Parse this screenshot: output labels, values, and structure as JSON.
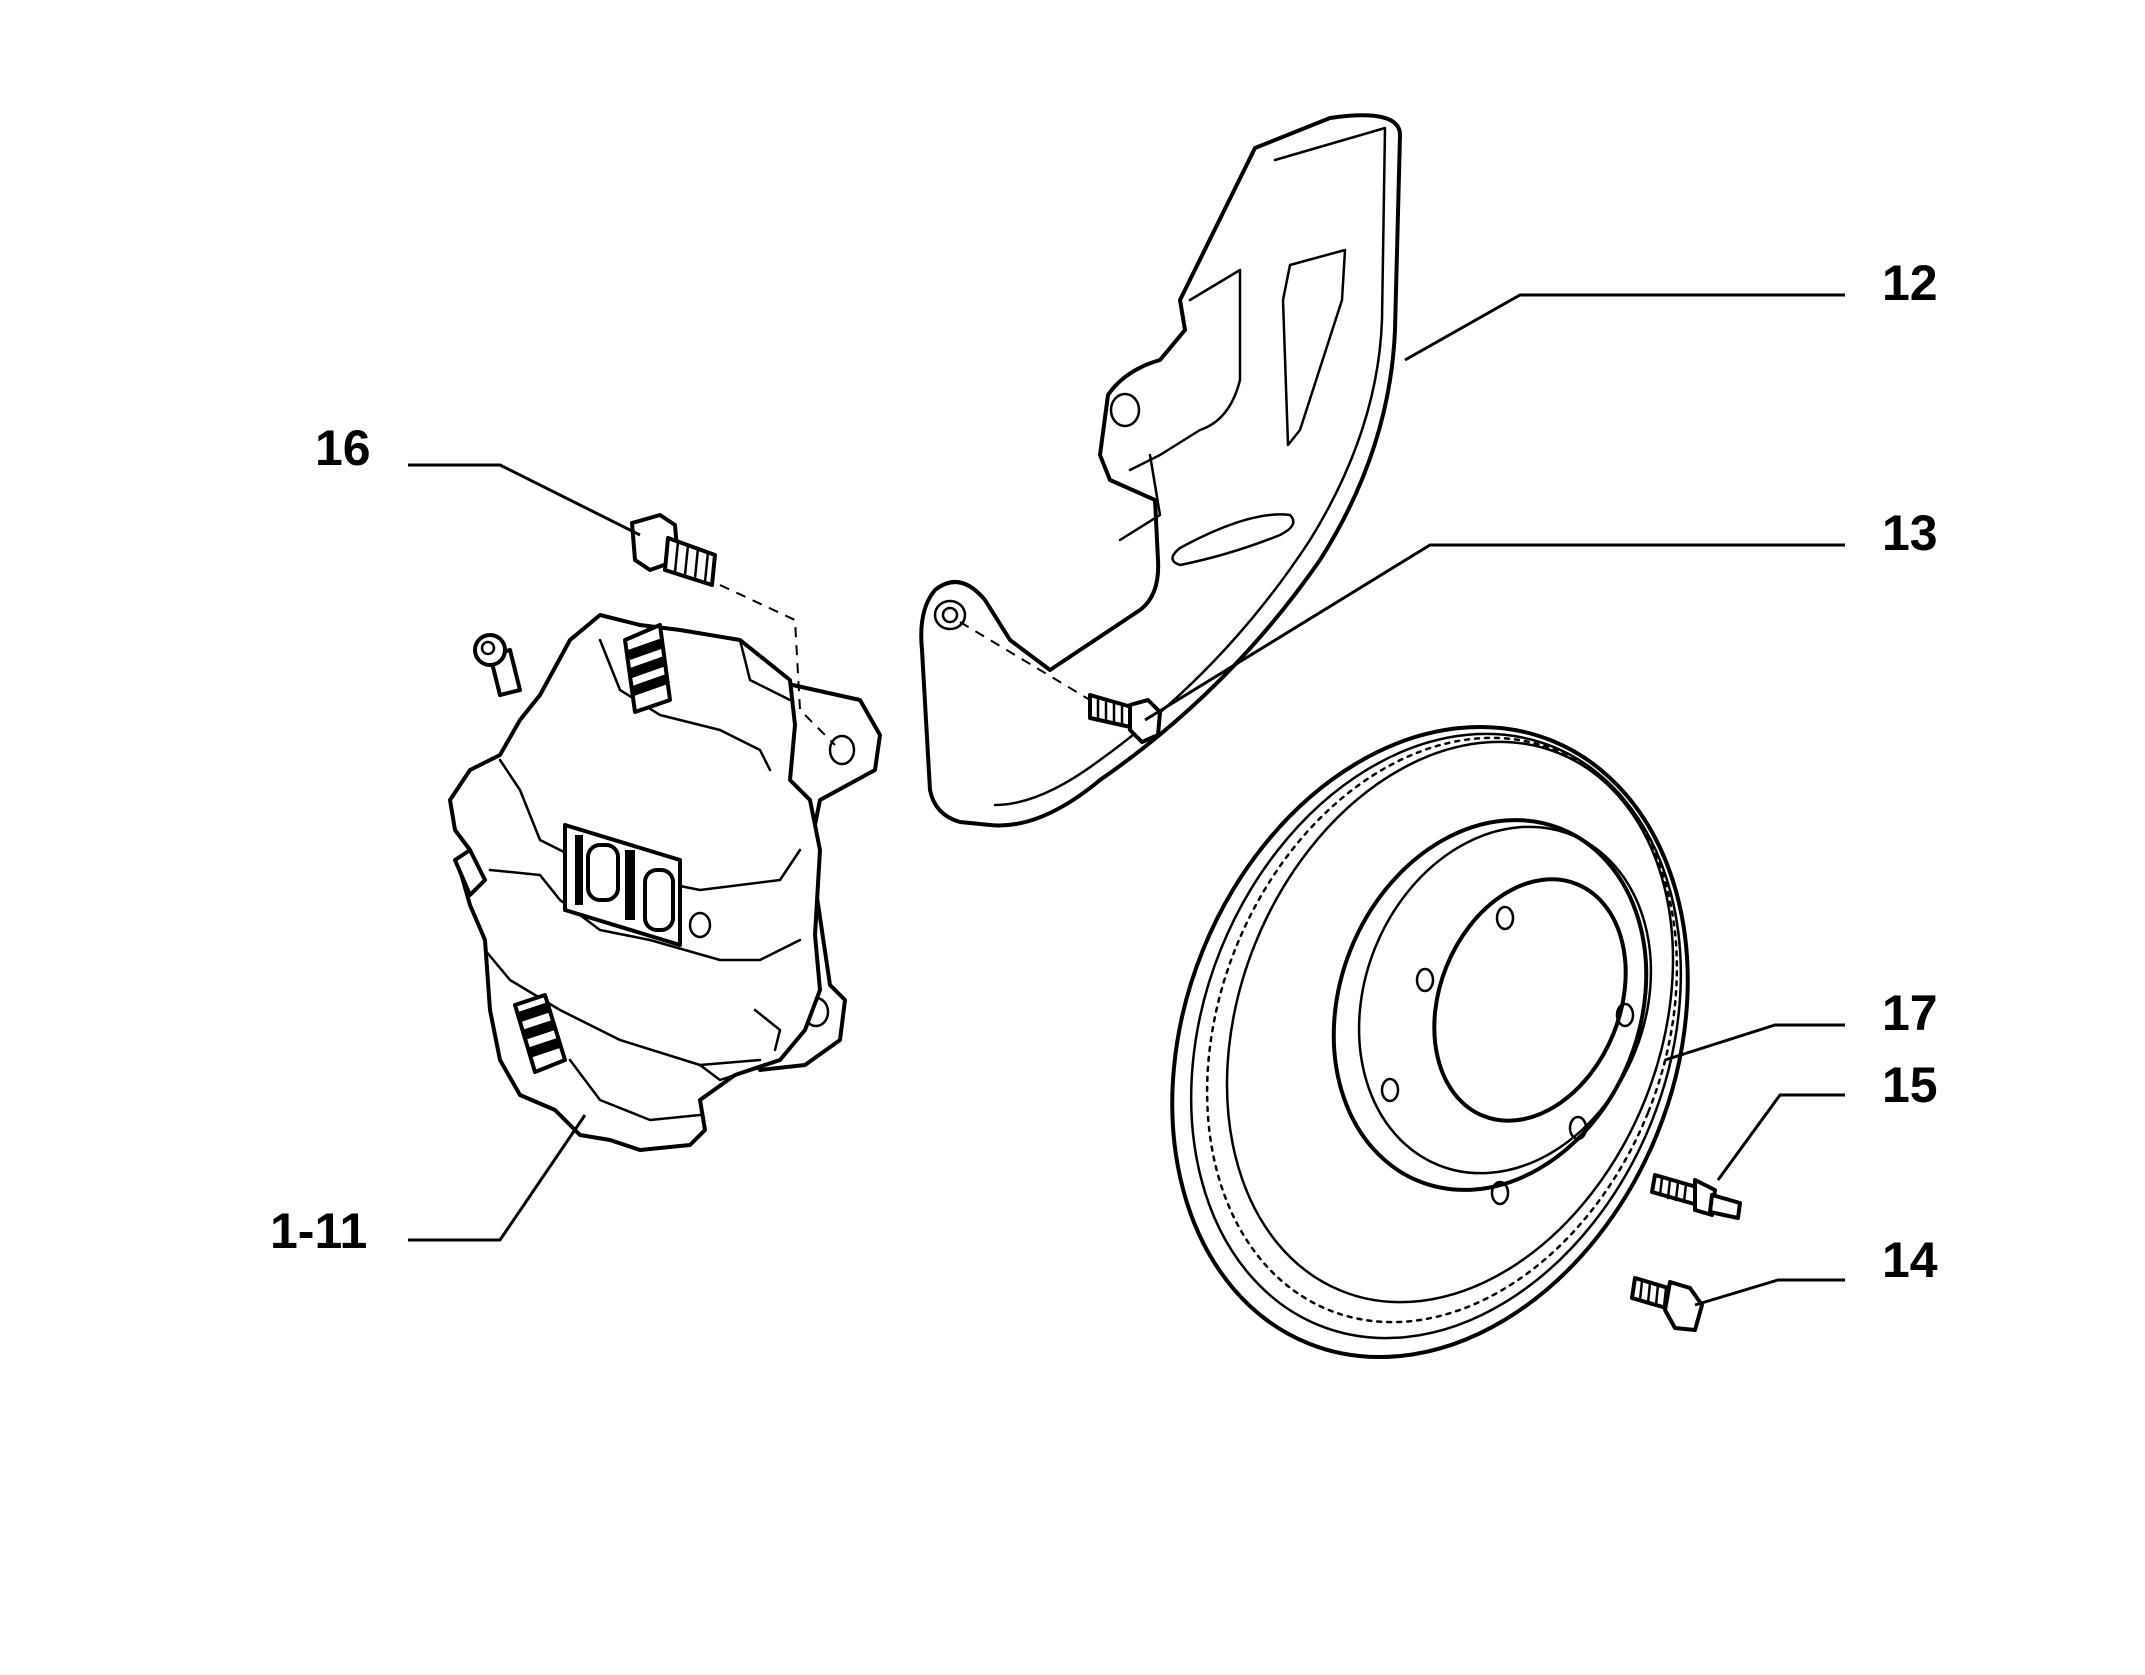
{
  "callouts": {
    "c12": "12",
    "c13": "13",
    "c16": "16",
    "c17": "17",
    "c15": "15",
    "c14": "14",
    "c1_11": "1-11"
  }
}
